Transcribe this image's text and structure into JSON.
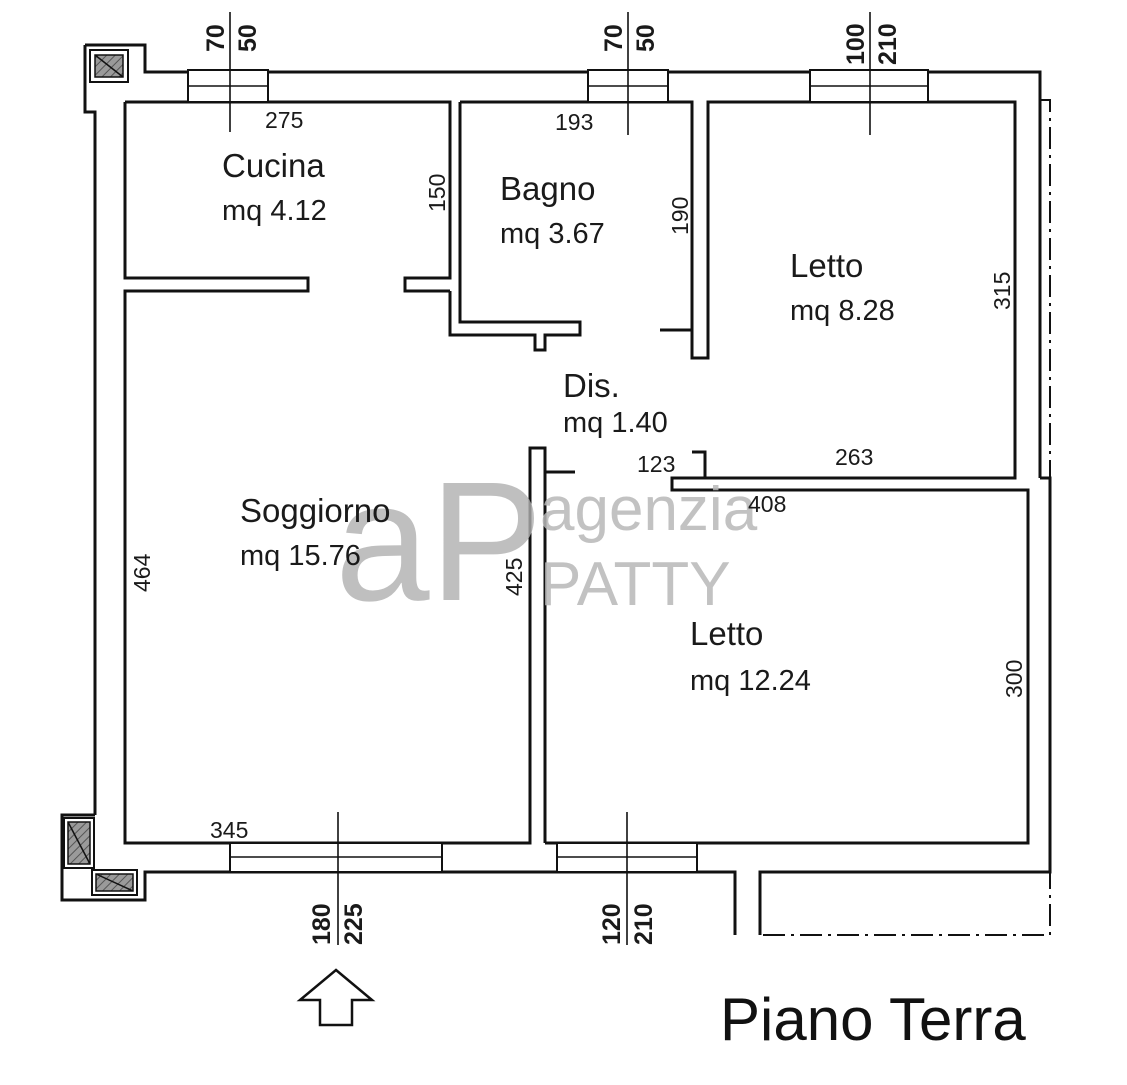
{
  "rooms": [
    {
      "name": "Cucina",
      "area": "mq 4.12"
    },
    {
      "name": "Bagno",
      "area": "mq 3.67"
    },
    {
      "name": "Letto",
      "area": "mq 8.28"
    },
    {
      "name": "Dis.",
      "area": "mq 1.40"
    },
    {
      "name": "Soggiorno",
      "area": "mq 15.76"
    },
    {
      "name": "Letto",
      "area": "mq 12.24"
    }
  ],
  "dimensions": {
    "cucina_width": "275",
    "cucina_height": "150",
    "bagno_width": "193",
    "bagno_height": "190",
    "letto1_height": "315",
    "letto1_width": "263",
    "dis_width": "123",
    "letto2_width": "408",
    "soggiorno_height": "464",
    "soggiorno_inner_height": "425",
    "soggiorno_width": "345",
    "letto2_height": "300"
  },
  "windows": {
    "cucina": {
      "width": "70",
      "height": "50"
    },
    "bagno": {
      "width": "70",
      "height": "50"
    },
    "letto1": {
      "width": "100",
      "height": "210"
    },
    "soggiorno": {
      "width": "180",
      "height": "225"
    },
    "letto2": {
      "width": "120",
      "height": "210"
    }
  },
  "watermark": {
    "logo": "aP",
    "line1": "agenzia",
    "line2": "PATTY"
  },
  "floor_label": "Piano Terra",
  "icons": {
    "entrance": "arrow-up-outline-icon",
    "column": "hatched-column-icon"
  }
}
